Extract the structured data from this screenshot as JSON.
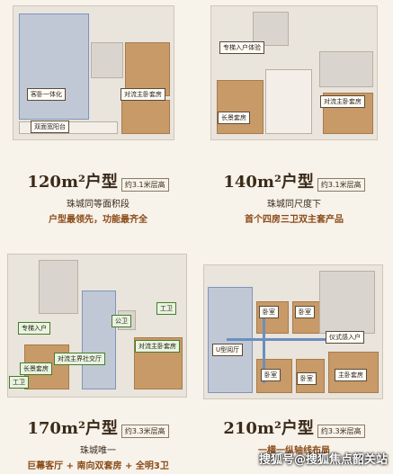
{
  "plans": [
    {
      "tags": [
        "客卧一体化",
        "对流主卧套房",
        "双面宽阳台"
      ],
      "size": "120m²户型",
      "note": "约3.1米层高",
      "desc1": "珠城同等面积段",
      "desc2": "户型最领先，功能最齐全"
    },
    {
      "tags": [
        "专梯入户体验",
        "长景套房",
        "对流主卧套房"
      ],
      "size": "140m²户型",
      "note": "约3.1米层高",
      "desc1": "珠城同尺度下",
      "desc2": "首个四房三卫双主套产品"
    },
    {
      "tags": [
        "专梯入户",
        "长景套房",
        "对流主界社交厅",
        "公卫",
        "工卫",
        "对流主卧套房",
        "工卫"
      ],
      "size": "170m²户型",
      "note": "约3.3米层高",
      "desc1": "珠城唯一",
      "desc2": "巨幕客厅 + 南向双套房 + 全明3卫"
    },
    {
      "tags": [
        "卧室",
        "卧室",
        "仪式感入户",
        "U型阅厅",
        "卧室",
        "卧室",
        "主卧套房"
      ],
      "size": "210m²户型",
      "note": "约3.3米层高",
      "desc1": "",
      "desc2": "一横一纵轴线布局"
    }
  ],
  "watermark": "搜狐号@搜狐焦点韶关站"
}
